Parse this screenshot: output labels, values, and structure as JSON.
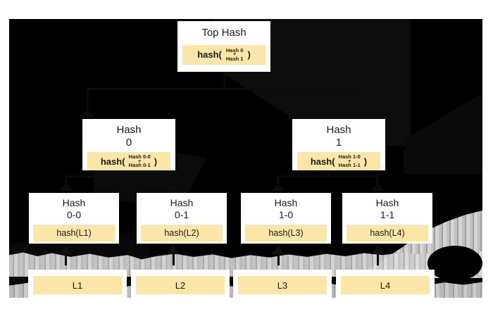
{
  "diagram": {
    "type": "merkle-tree",
    "title_visible": false,
    "colors": {
      "canvas_background": "#000000",
      "node_background": "#ffffff",
      "hash_chip": "#fbe6a8",
      "text": "#1a1a1a",
      "texture_gray": "#cdcdcd"
    },
    "root": {
      "title": "Top Hash",
      "fn": "hash(",
      "close": ")",
      "arg_top": "Hash 0",
      "arg_plus": "+",
      "arg_bottom": "Hash 1"
    },
    "level1": [
      {
        "title_line1": "Hash",
        "title_line2": "0",
        "fn": "hash(",
        "close": ")",
        "arg_top": "Hash 0-0",
        "arg_plus": "+",
        "arg_bottom": "Hash 0-1"
      },
      {
        "title_line1": "Hash",
        "title_line2": "1",
        "fn": "hash(",
        "close": ")",
        "arg_top": "Hash 1-0",
        "arg_plus": "+",
        "arg_bottom": "Hash 1-1"
      }
    ],
    "level2": [
      {
        "title_line1": "Hash",
        "title_line2": "0-0",
        "chip": "hash(L1)"
      },
      {
        "title_line1": "Hash",
        "title_line2": "0-1",
        "chip": "hash(L2)"
      },
      {
        "title_line1": "Hash",
        "title_line2": "1-0",
        "chip": "hash(L3)"
      },
      {
        "title_line1": "Hash",
        "title_line2": "1-1",
        "chip": "hash(L4)"
      }
    ],
    "leaves": [
      {
        "label": "L1"
      },
      {
        "label": "L2"
      },
      {
        "label": "L3"
      },
      {
        "label": "L4"
      }
    ]
  }
}
